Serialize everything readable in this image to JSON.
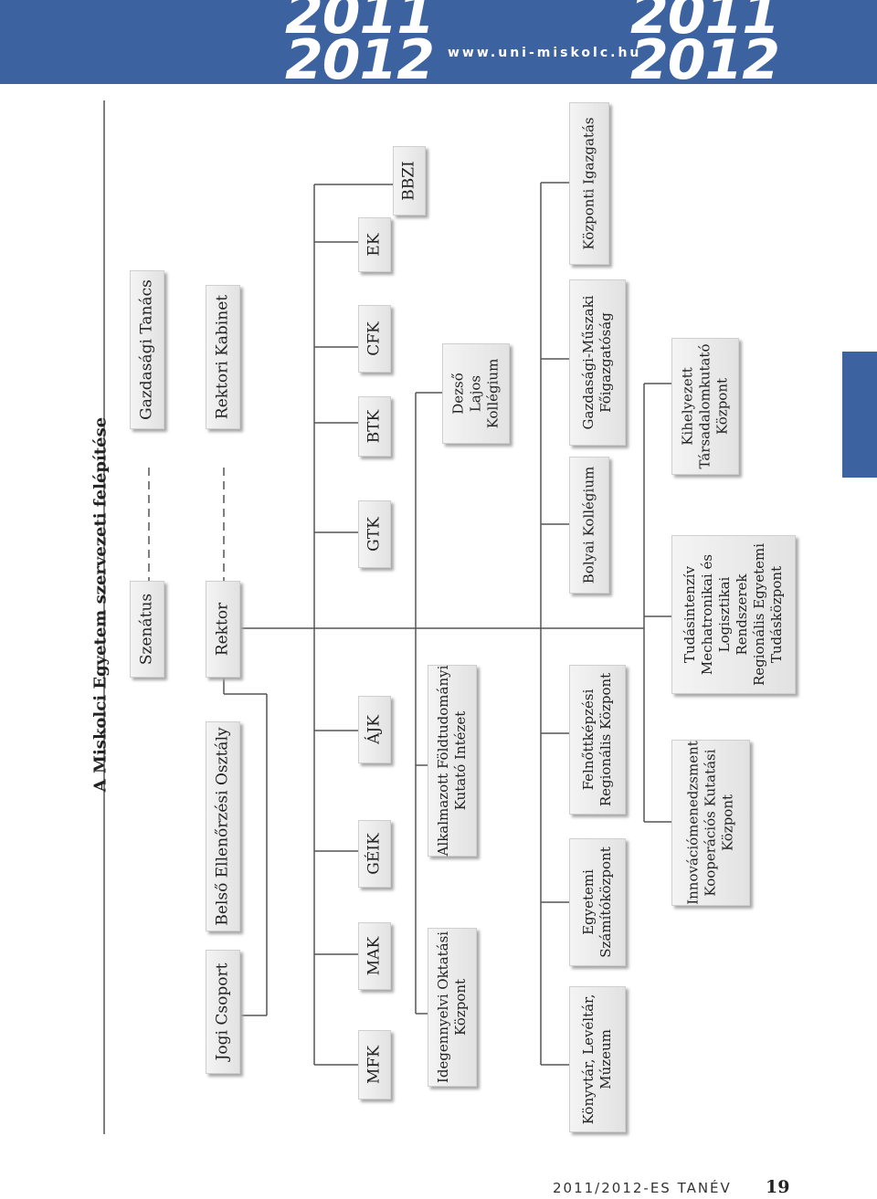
{
  "header": {
    "year_top": "2011",
    "year_bottom": "2012",
    "url": "www.uni-miskolc.hu"
  },
  "title": "A Miskolci Egyetem szervezeti felépítése",
  "nodes": {
    "szenatus": "Szenátus",
    "gazdasagi_tanacs": "Gazdasági Tanács",
    "rektor": "Rektor",
    "rektori_kabinet": "Rektori Kabinet",
    "belso_ellenorzesi": "Belső Ellenőrzési Osztály",
    "jogi_csoport": "Jogi Csoport",
    "mfk": "MFK",
    "mak": "MAK",
    "geik": "GÉIK",
    "ajk": "ÁJK",
    "gtk": "GTK",
    "btk": "BTK",
    "cfk": "CFK",
    "ek": "EK",
    "bbzi": "BBZI",
    "idegennyelvi": [
      "Idegennyelvi Oktatási",
      "Központ"
    ],
    "alkalmazott": [
      "Alkalmazott Földtudományi",
      "Kutató Intézet"
    ],
    "dezso": [
      "Dezső",
      "Lajos",
      "Kollégium"
    ],
    "konyvtar": [
      "Könyvtár, Levéltár,",
      "Múzeum"
    ],
    "szamitokozpont": [
      "Egyetemi",
      "Számítóközpont"
    ],
    "felnottkepzesi": [
      "Felnőttképzési",
      "Regionális Központ"
    ],
    "bolyai": "Bolyai Kollégium",
    "gazdasagi_muszaki": [
      "Gazdasági-Műszaki",
      "Főigazgatóság"
    ],
    "kozponti": "Központi Igazgatás",
    "innovacio": [
      "Innovációmenedzsment",
      "Kooperációs Kutatási",
      "Központ"
    ],
    "tudasintenziv": [
      "Tudásintenzív",
      "Mechatronikai és",
      "Logisztikai",
      "Rendszerek",
      "Regionális Egyetemi",
      "Tudásközpont"
    ],
    "kihelyezett": [
      "Kihelyezett",
      "Társadalomkutató",
      "Központ"
    ]
  },
  "footer": {
    "text": "2011/2012-ES TANÉV",
    "page": "19"
  }
}
